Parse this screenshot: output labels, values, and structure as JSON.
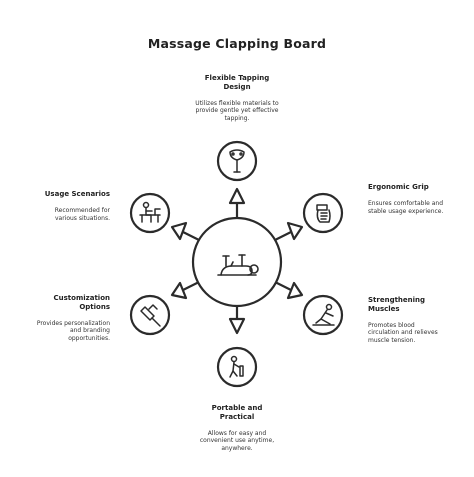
{
  "title": "Massage Clapping Board",
  "colors": {
    "stroke": "#2b2b2b",
    "background": "#ffffff",
    "text": "#222222"
  },
  "center_icon": "massage-person-icon",
  "features": [
    {
      "key": "flexible",
      "heading": "Flexible Tapping Design",
      "description": "Utilizes flexible materials to provide gentle yet effective tapping.",
      "icon": "tapping-tool-icon"
    },
    {
      "key": "ergonomic",
      "heading": "Ergonomic Grip",
      "description": "Ensures comfortable and stable usage experience.",
      "icon": "hand-grip-icon"
    },
    {
      "key": "strengthening",
      "heading": "Strengthening Muscles",
      "description": "Promotes blood circulation and relieves muscle tension.",
      "icon": "stretching-person-icon"
    },
    {
      "key": "portable",
      "heading": "Portable and Practical",
      "description": "Allows for easy and convenient use anytime, anywhere.",
      "icon": "walking-person-icon"
    },
    {
      "key": "customization",
      "heading": "Customization Options",
      "description": "Provides personalization and branding opportunities.",
      "icon": "hammer-icon"
    },
    {
      "key": "usage",
      "heading": "Usage Scenarios",
      "description": "Recommended for various situations.",
      "icon": "person-at-desk-icon"
    }
  ]
}
